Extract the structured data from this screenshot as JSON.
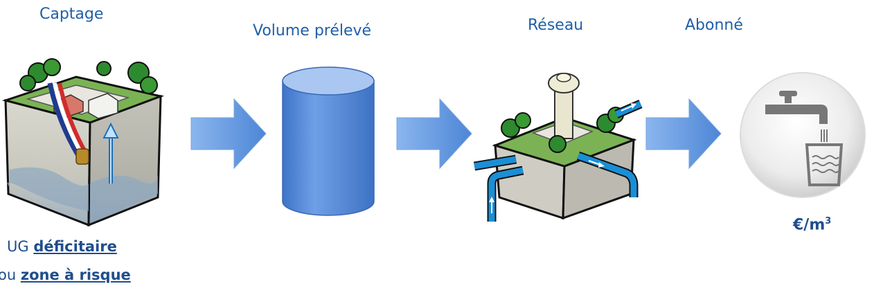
{
  "stages": {
    "captage": "Captage",
    "volume": "Volume prélevé",
    "reseau": "Réseau",
    "abonne": "Abonné"
  },
  "notes": {
    "line1_prefix": "UG ",
    "line1_bold": "déficitaire",
    "line2_prefix": "ou ",
    "line2_bold": "zone à risque"
  },
  "price": {
    "base": "€/m",
    "exponent": "3"
  },
  "colors": {
    "label": "#1f5fa8",
    "arrow": "#6e9fe0",
    "cylinder": "#4f86d8",
    "pipe": "#1a8fd6"
  }
}
